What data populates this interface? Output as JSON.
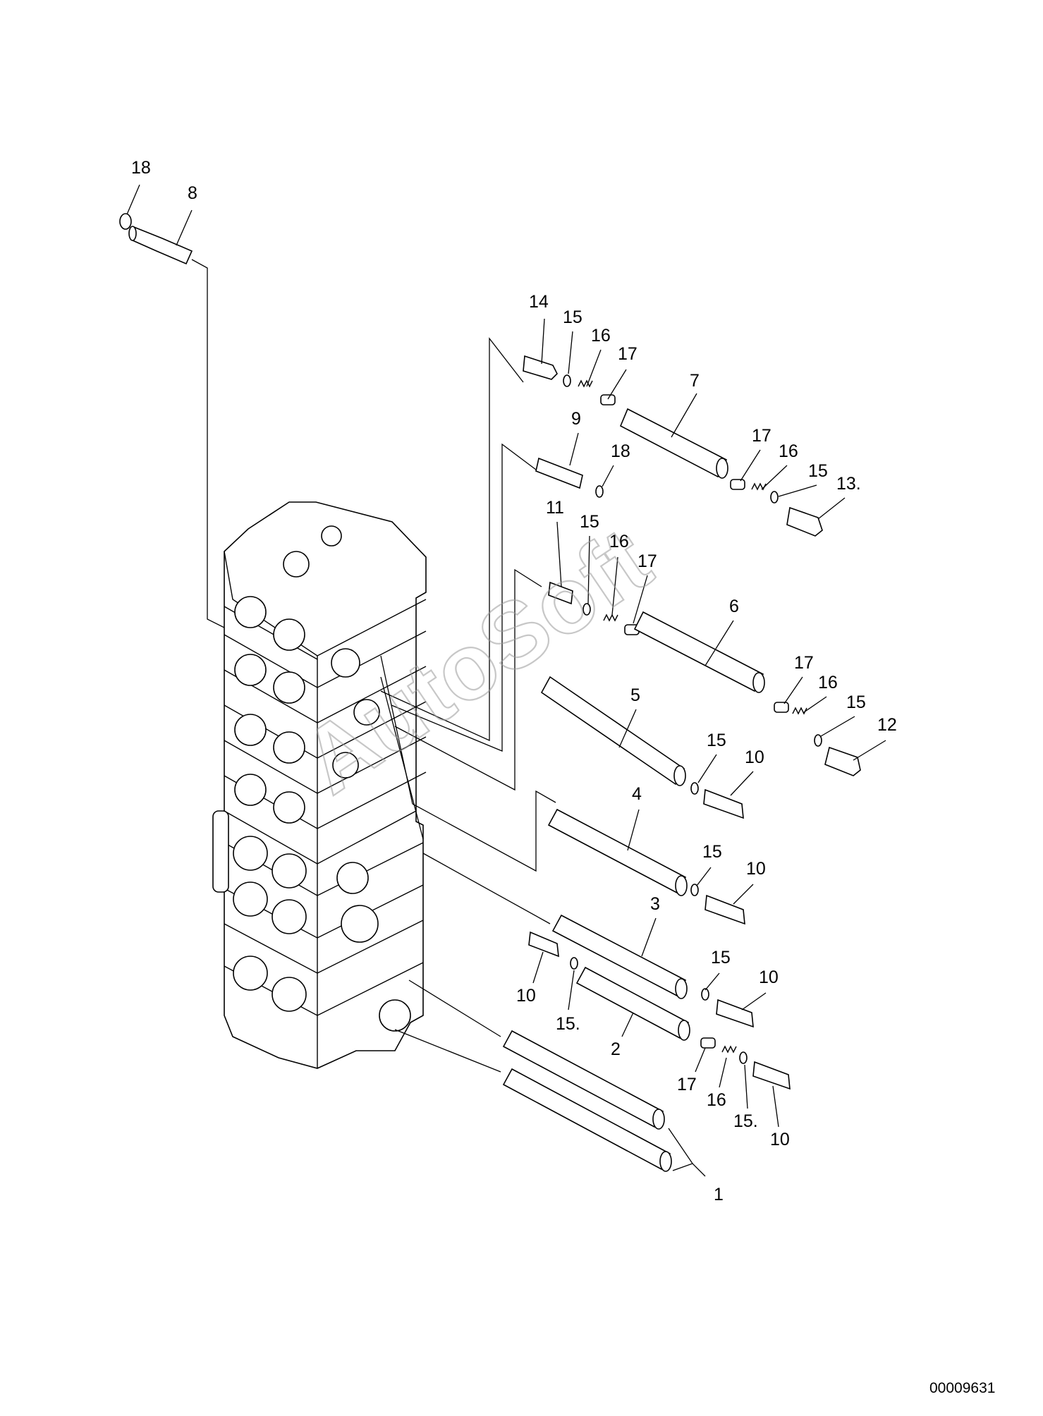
{
  "callouts": [
    {
      "id": "c-18a",
      "label": "18"
    },
    {
      "id": "c-8",
      "label": "8"
    },
    {
      "id": "c-14",
      "label": "14"
    },
    {
      "id": "c-15a",
      "label": "15"
    },
    {
      "id": "c-16a",
      "label": "16"
    },
    {
      "id": "c-17a",
      "label": "17"
    },
    {
      "id": "c-7",
      "label": "7"
    },
    {
      "id": "c-9",
      "label": "9"
    },
    {
      "id": "c-18b",
      "label": "18"
    },
    {
      "id": "c-17b",
      "label": "17"
    },
    {
      "id": "c-16b",
      "label": "16"
    },
    {
      "id": "c-15b",
      "label": "15"
    },
    {
      "id": "c-13",
      "label": "13."
    },
    {
      "id": "c-11",
      "label": "11"
    },
    {
      "id": "c-15c",
      "label": "15"
    },
    {
      "id": "c-16c",
      "label": "16"
    },
    {
      "id": "c-17c",
      "label": "17"
    },
    {
      "id": "c-6",
      "label": "6"
    },
    {
      "id": "c-17d",
      "label": "17"
    },
    {
      "id": "c-16d",
      "label": "16"
    },
    {
      "id": "c-15d",
      "label": "15"
    },
    {
      "id": "c-12",
      "label": "12"
    },
    {
      "id": "c-5",
      "label": "5"
    },
    {
      "id": "c-15e",
      "label": "15"
    },
    {
      "id": "c-10a",
      "label": "10"
    },
    {
      "id": "c-4",
      "label": "4"
    },
    {
      "id": "c-15f",
      "label": "15"
    },
    {
      "id": "c-10b",
      "label": "10"
    },
    {
      "id": "c-3",
      "label": "3"
    },
    {
      "id": "c-15g",
      "label": "15"
    },
    {
      "id": "c-10c",
      "label": "10"
    },
    {
      "id": "c-10d",
      "label": "10"
    },
    {
      "id": "c-15h",
      "label": "15."
    },
    {
      "id": "c-2",
      "label": "2"
    },
    {
      "id": "c-17e",
      "label": "17"
    },
    {
      "id": "c-16e",
      "label": "16"
    },
    {
      "id": "c-15i",
      "label": "15."
    },
    {
      "id": "c-10e",
      "label": "10"
    },
    {
      "id": "c-1",
      "label": "1"
    }
  ],
  "drawing_id": "00009631",
  "watermark": "AutoSoft"
}
